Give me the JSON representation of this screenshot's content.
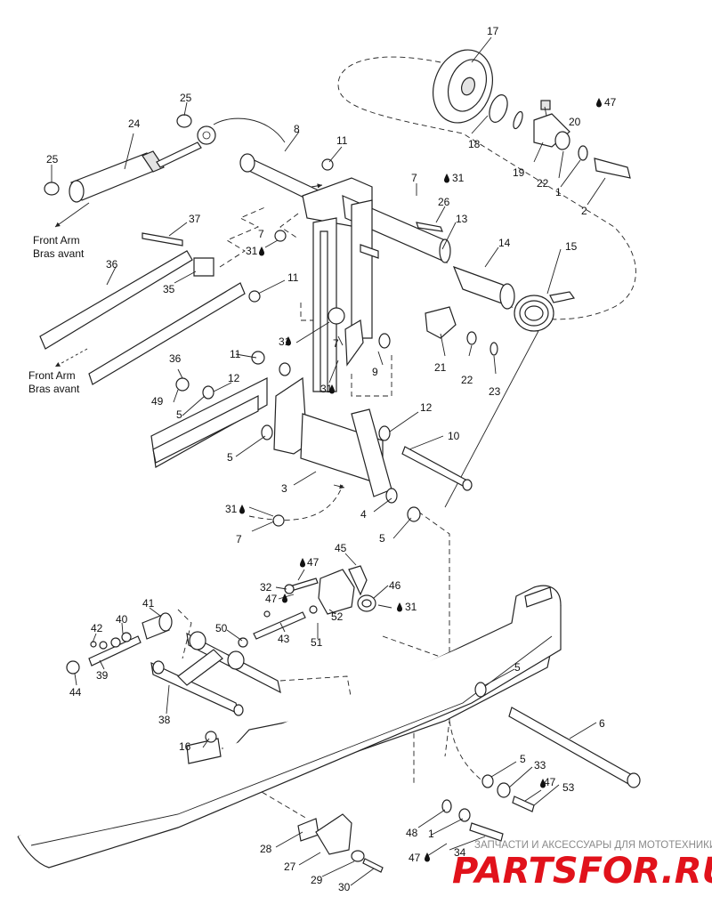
{
  "diagram": {
    "notes": {
      "front_arm_1_en": "Front Arm",
      "front_arm_1_fr": "Bras avant",
      "front_arm_2_en": "Front Arm",
      "front_arm_2_fr": "Bras avant"
    },
    "callouts": {
      "c1a": "1",
      "c1b": "1",
      "c2": "2",
      "c3": "3",
      "c4": "4",
      "c5a": "5",
      "c5b": "5",
      "c5c": "5",
      "c5d": "5",
      "c5e": "5",
      "c6": "6",
      "c7a": "7",
      "c7b": "7",
      "c7c": "7",
      "c8": "8",
      "c9": "9",
      "c10": "10",
      "c11a": "11",
      "c11b": "11",
      "c11c": "11",
      "c12a": "12",
      "c12b": "12",
      "c13": "13",
      "c14": "14",
      "c15": "15",
      "c16": "16",
      "c17": "17",
      "c18": "18",
      "c19": "19",
      "c20": "20",
      "c21": "21",
      "c22a": "22",
      "c22b": "22",
      "c23": "23",
      "c24": "24",
      "c25a": "25",
      "c25b": "25",
      "c26": "26",
      "c27": "27",
      "c28": "28",
      "c29": "29",
      "c30": "30",
      "c31a": "31",
      "c31b": "31",
      "c31c": "31",
      "c31d": "31",
      "c31e": "31",
      "c31f": "31",
      "c32": "32",
      "c33": "33",
      "c34": "34",
      "c35": "35",
      "c36a": "36",
      "c36b": "36",
      "c37": "37",
      "c38": "38",
      "c39": "39",
      "c40": "40",
      "c41": "41",
      "c42": "42",
      "c43": "43",
      "c44": "44",
      "c45": "45",
      "c46": "46",
      "c47a": "47",
      "c47b": "47",
      "c47c": "47",
      "c47d": "47",
      "c47e": "47",
      "c48": "48",
      "c49": "49",
      "c50": "50",
      "c51": "51",
      "c52": "52",
      "c53": "53"
    }
  },
  "watermark": {
    "tagline": "ЗАПЧАСТИ И АКСЕССУАРЫ ДЛЯ МОТОТЕХНИКИ",
    "logo_text": "PARTSFOR.RU",
    "logo_color": "#e1121b"
  }
}
